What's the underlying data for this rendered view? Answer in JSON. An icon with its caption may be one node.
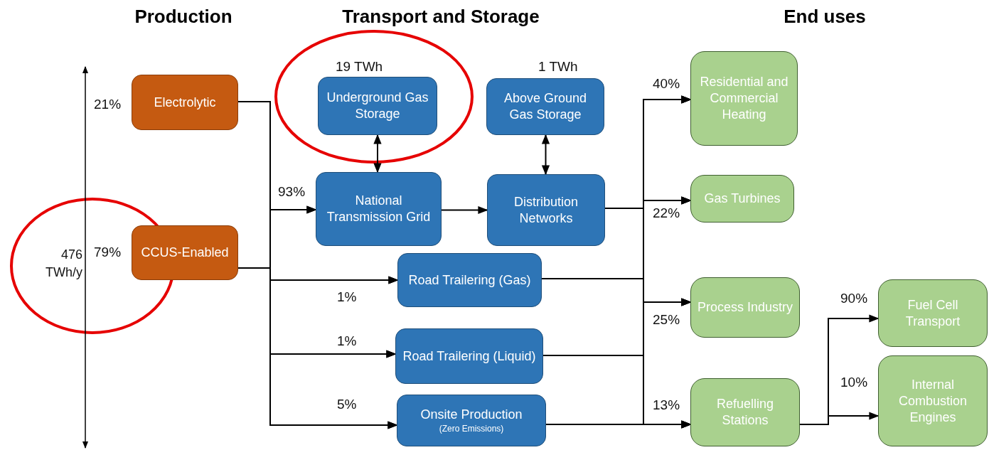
{
  "diagram": {
    "nodes": [
      {
        "text": [
          "Electrolytic"
        ],
        "beside": [
          "21%"
        ]
      },
      {
        "text": [
          "CCUS-Enabled"
        ],
        "beside": [
          "79%"
        ]
      },
      {
        "text": [
          "Underground Gas Storage"
        ],
        "beside": [
          "19 TWh"
        ]
      },
      {
        "text": [
          "Above Ground Gas Storage"
        ],
        "beside": [
          "1 TWh"
        ]
      },
      {
        "text": [
          "National Transmission Grid"
        ],
        "beside": [
          "93%"
        ]
      },
      {
        "text": [
          "Distribution Networks"
        ]
      },
      {
        "text": [
          "Road Trailering (Gas)"
        ],
        "beside": [
          "1%"
        ]
      },
      {
        "text": [
          "Road Trailering (Liquid)"
        ],
        "beside": [
          "1%"
        ]
      },
      {
        "text": [
          "Onsite Production",
          "(Zero Emissions)"
        ],
        "beside": [
          "5%"
        ]
      },
      {
        "text": [
          "Residential and Commercial Heating"
        ],
        "beside": [
          "40%"
        ]
      },
      {
        "text": [
          "Gas Turbines"
        ],
        "beside": [
          "22%"
        ]
      },
      {
        "text": [
          "Process Industry"
        ],
        "beside": [
          "25%"
        ]
      },
      {
        "text": [
          "Refuelling Stations"
        ],
        "beside": [
          "13%"
        ]
      },
      {
        "text": [
          "Fuel Cell Transport"
        ],
        "beside": [
          "90%"
        ]
      },
      {
        "text": [
          "Internal Combustion Engines"
        ],
        "beside": [
          "10%"
        ]
      }
    ],
    "edges": [
      {
        "from": 0,
        "to": 4,
        "arrow": "to"
      },
      {
        "from": 0,
        "to": 6,
        "arrow": "to"
      },
      {
        "from": 0,
        "to": 7,
        "arrow": "to"
      },
      {
        "from": 0,
        "to": 8,
        "arrow": "to"
      },
      {
        "from": 1,
        "to": 4,
        "arrow": "to"
      },
      {
        "from": 1,
        "to": 6,
        "arrow": "to"
      },
      {
        "from": 1,
        "to": 7,
        "arrow": "to"
      },
      {
        "from": 1,
        "to": 8,
        "arrow": "to"
      },
      {
        "from": 2,
        "to": 4,
        "arrow": "both"
      },
      {
        "from": 3,
        "to": 5,
        "arrow": "both"
      },
      {
        "from": 4,
        "to": 5,
        "arrow": "to"
      },
      {
        "from": 5,
        "to": 9,
        "arrow": "to"
      },
      {
        "from": 5,
        "to": 10,
        "arrow": "to"
      },
      {
        "from": 5,
        "to": 11,
        "arrow": "to"
      },
      {
        "from": 5,
        "to": 12,
        "arrow": "to"
      },
      {
        "from": 6,
        "to": 9,
        "arrow": "to"
      },
      {
        "from": 6,
        "to": 10,
        "arrow": "to"
      },
      {
        "from": 6,
        "to": 11,
        "arrow": "to"
      },
      {
        "from": 6,
        "to": 12,
        "arrow": "to"
      },
      {
        "from": 7,
        "to": 9,
        "arrow": "to"
      },
      {
        "from": 7,
        "to": 10,
        "arrow": "to"
      },
      {
        "from": 7,
        "to": 11,
        "arrow": "to"
      },
      {
        "from": 7,
        "to": 12,
        "arrow": "to"
      },
      {
        "from": 8,
        "to": 9,
        "arrow": "to"
      },
      {
        "from": 8,
        "to": 10,
        "arrow": "to"
      },
      {
        "from": 8,
        "to": 11,
        "arrow": "to"
      },
      {
        "from": 8,
        "to": 12,
        "arrow": "to"
      },
      {
        "from": 12,
        "to": 13,
        "arrow": "to"
      },
      {
        "from": 12,
        "to": 14,
        "arrow": "to"
      }
    ],
    "labels": [
      "Production",
      "Transport and Storage",
      "End uses",
      "476 TWh/y"
    ]
  }
}
